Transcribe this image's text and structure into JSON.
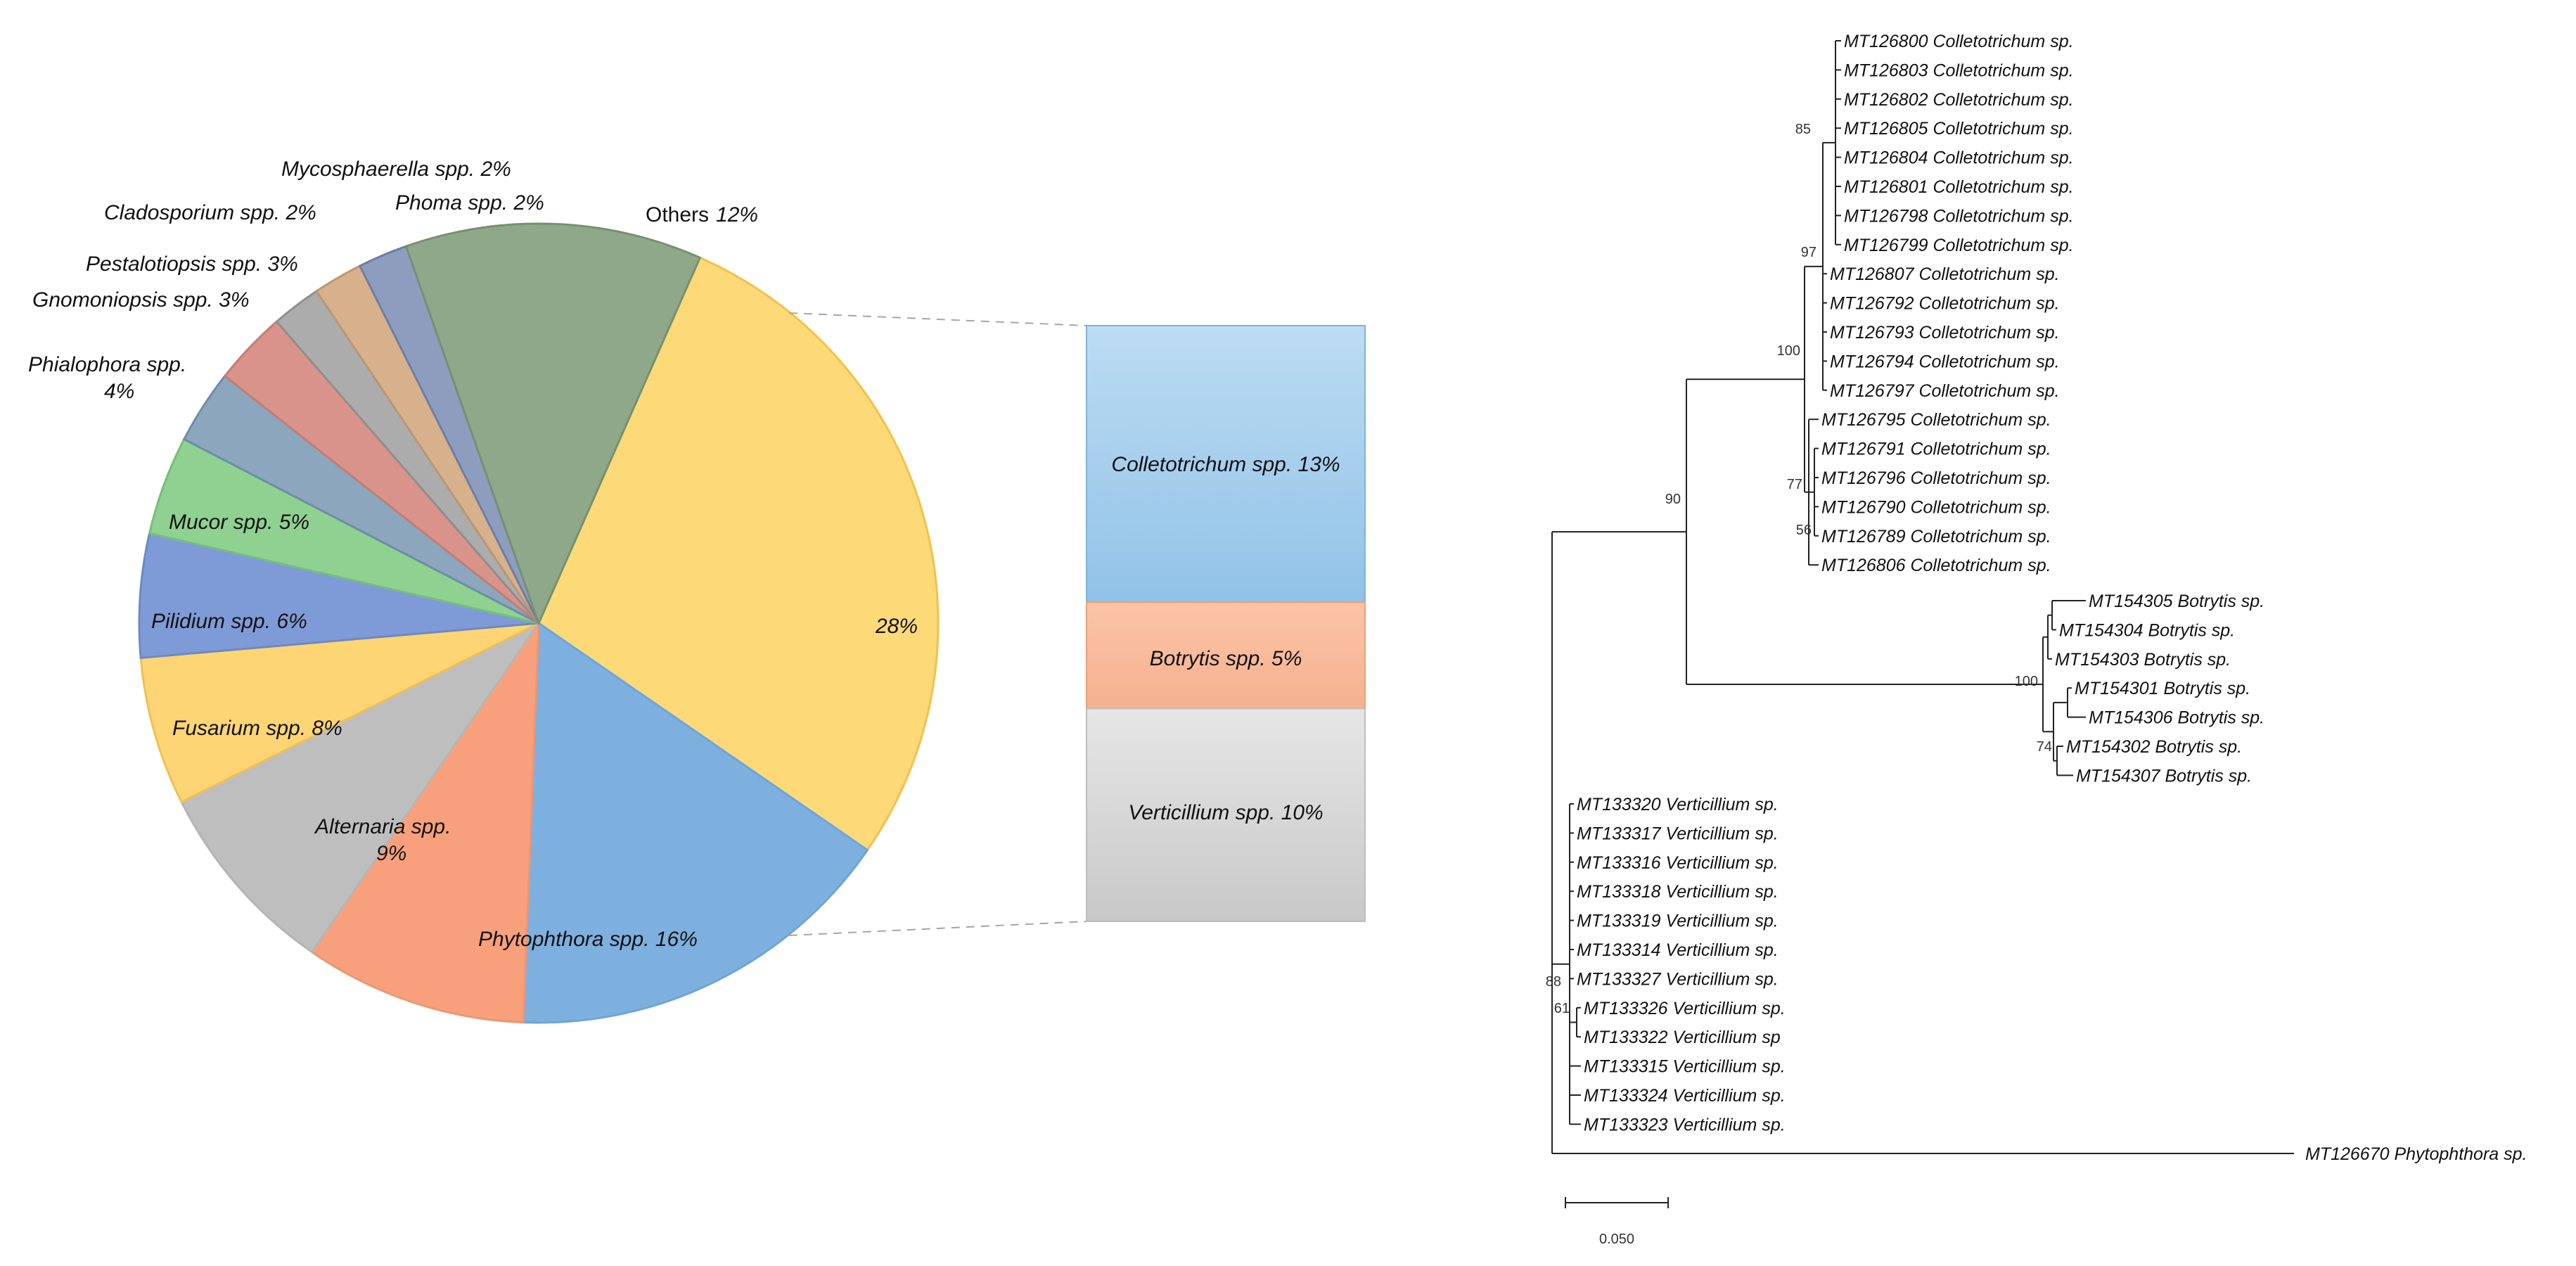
{
  "pie": {
    "type": "pie",
    "slices": [
      {
        "name": "",
        "label": "28%",
        "value": 28,
        "color": "#FDD978",
        "stroke": "#F2C14C"
      },
      {
        "name": "Phytophthora spp.",
        "label": "Phytophthora spp. 16%",
        "value": 16,
        "color": "#7DB0DF",
        "stroke": "#6FA5D8"
      },
      {
        "name": "Alternaria spp.",
        "label": "Alternaria spp. 9%",
        "value": 9,
        "color": "#F8A07C",
        "stroke": "#F0956F"
      },
      {
        "name": "Fusarium spp.",
        "label": "Fusarium spp. 8%",
        "value": 8,
        "color": "#BEBEBE",
        "stroke": "#B5B5B5"
      },
      {
        "name": "Pilidium spp.",
        "label": "Pilidium spp. 6%",
        "value": 6,
        "color": "#FDD574",
        "stroke": "#F2C14C"
      },
      {
        "name": "Mucor spp.",
        "label": "Mucor spp. 5%",
        "value": 5,
        "color": "#7F9BD7",
        "stroke": "#6C89C8"
      },
      {
        "name": "Phialophora spp.",
        "label": "Phialophora spp. 4%",
        "value": 4,
        "color": "#8FD190",
        "stroke": "#78BF78"
      },
      {
        "name": "Gnomoniopsis spp.",
        "label": "Gnomoniopsis spp. 3%",
        "value": 3,
        "color": "#8CA6BD",
        "stroke": "#6D8DAA"
      },
      {
        "name": "Pestalotiopsis spp.",
        "label": "Pestalotiopsis spp. 3%",
        "value": 3,
        "color": "#D9938A",
        "stroke": "#C47D73"
      },
      {
        "name": "Cladosporium spp.",
        "label": "Cladosporium spp. 2%",
        "value": 2,
        "color": "#ACACAC",
        "stroke": "#8F8F8F"
      },
      {
        "name": "Phoma spp.",
        "label": "Phoma spp. 2%",
        "value": 2,
        "color": "#D6B18B",
        "stroke": "#BE9672"
      },
      {
        "name": "Mycosphaerella spp.",
        "label": "Mycosphaerella spp. 2%",
        "value": 2,
        "color": "#8E9DBE",
        "stroke": "#6B7EA4"
      },
      {
        "name": "Others",
        "label": "Others",
        "label_pct": "12%",
        "value": 12,
        "color": "#8FA88A",
        "stroke": "#76916F"
      }
    ]
  },
  "bar": {
    "type": "stacked-bar",
    "segments": [
      {
        "name": "Colletotrichum spp.",
        "label": "Colletotrichum spp. 13%",
        "value": 13,
        "color_top": "#BCDCF2",
        "color_bottom": "#92C2E8"
      },
      {
        "name": "Botrytis spp.",
        "label": "Botrytis spp. 5%",
        "value": 5,
        "color_top": "#FBC4A8",
        "color_bottom": "#F6B18E"
      },
      {
        "name": "Verticillium spp.",
        "label": "Verticillium spp. 10%",
        "value": 10,
        "color_top": "#E6E6E6",
        "color_bottom": "#C8C8C8"
      }
    ]
  },
  "tree": {
    "type": "phylogenetic-tree",
    "colletotrichum_tips": [
      "MT126800 Colletotrichum sp.",
      "MT126803 Colletotrichum sp.",
      "MT126802 Colletotrichum sp.",
      "MT126805 Colletotrichum sp.",
      "MT126804 Colletotrichum sp.",
      "MT126801 Colletotrichum sp.",
      "MT126798 Colletotrichum sp.",
      "MT126799 Colletotrichum sp.",
      "MT126807 Colletotrichum sp.",
      "MT126792 Colletotrichum sp.",
      "MT126793 Colletotrichum sp.",
      "MT126794 Colletotrichum sp.",
      "MT126797 Colletotrichum sp.",
      "MT126795 Colletotrichum sp.",
      "MT126791 Colletotrichum sp.",
      "MT126796 Colletotrichum sp.",
      "MT126790 Colletotrichum sp.",
      "MT126789 Colletotrichum sp.",
      "MT126806 Colletotrichum sp."
    ],
    "botrytis_tips": [
      "MT154305 Botrytis sp.",
      "MT154304 Botrytis sp.",
      "MT154303 Botrytis sp.",
      "MT154301 Botrytis sp.",
      "MT154306 Botrytis sp.",
      "MT154302 Botrytis sp.",
      "MT154307 Botrytis sp."
    ],
    "verticillium_tips": [
      "MT133320 Verticillium sp.",
      "MT133317 Verticillium sp.",
      "MT133316 Verticillium sp.",
      "MT133318 Verticillium sp.",
      "MT133319 Verticillium sp.",
      "MT133314 Verticillium sp.",
      "MT133327 Verticillium sp.",
      "MT133326 Verticillium sp.",
      "MT133322 Verticillium sp",
      "MT133315 Verticillium sp.",
      "MT133324 Verticillium sp.",
      "MT133323 Verticillium sp."
    ],
    "outgroup_tip": "MT126670 Phytophthora sp.",
    "bootstrap": {
      "colletotrichum_subclade": "85",
      "colletotrichum_inner": "97",
      "colletotrichum_clade": "100",
      "colletotrichum_botrytis": "90",
      "colletotrichum_sub2": "77",
      "colletotrichum_sub3": "56",
      "botrytis_clade": "100",
      "botrytis_sub": "74",
      "verticillium_clade": "88",
      "verticillium_sub": "61"
    },
    "scale_bar": "0.050"
  }
}
